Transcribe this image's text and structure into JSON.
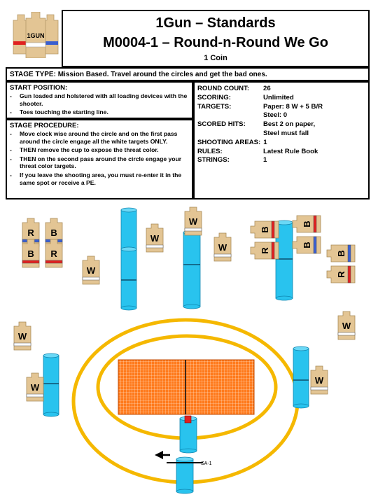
{
  "header": {
    "logo_text": "1GUN",
    "title_line1": "1Gun – Standards",
    "title_line2": "M0004-1 – Round-n-Round We Go",
    "title_line3": "1 Coin"
  },
  "stage_type": "STAGE TYPE: Mission Based.  Travel around the circles and get the bad ones.",
  "start_position": {
    "heading": "START POSITION:",
    "items": [
      "Gun loaded and holstered with all loading devices with the shooter.",
      "Toes touching the starting line."
    ]
  },
  "stage_procedure": {
    "heading": "STAGE PROCEDURE:",
    "items": [
      "Move clock wise around the circle and on the first pass around the circle engage all the white targets ONLY.",
      "THEN remove the cup to expose the threat color.",
      "THEN on the second pass around the circle engage your threat color targets.",
      "If you leave the shooting area, you must re-enter it in the same spot or receive a PE."
    ]
  },
  "info": {
    "round_count_label": "ROUND COUNT:",
    "round_count_value": "26",
    "scoring_label": "SCORING:",
    "scoring_value": "Unlimited",
    "targets_label": "TARGETS:",
    "targets_value": "Paper: 8 W + 5 B/R",
    "targets_value2": "Steel:  0",
    "scored_hits_label": "SCORED HITS:",
    "scored_hits_value": "Best 2 on paper,",
    "scored_hits_value2": "Steel must fall",
    "shooting_areas_label": "SHOOTING AREAS:",
    "shooting_areas_value": "1",
    "rules_label": "RULES:",
    "rules_value": "Latest Rule Book",
    "strings_label": "STRINGS:",
    "strings_value": "1"
  },
  "diagram": {
    "w_letter": "W",
    "b_letter": "B",
    "r_letter": "R",
    "shooting_area_label": "SA-1",
    "colors": {
      "target_tan": "#e3c594",
      "barrel_blue": "#29c3ee",
      "circle_yellow": "#f5b800",
      "table_orange": "#ff7a1c",
      "red_band": "#e02020",
      "blue_band": "#3a5fd0"
    }
  }
}
